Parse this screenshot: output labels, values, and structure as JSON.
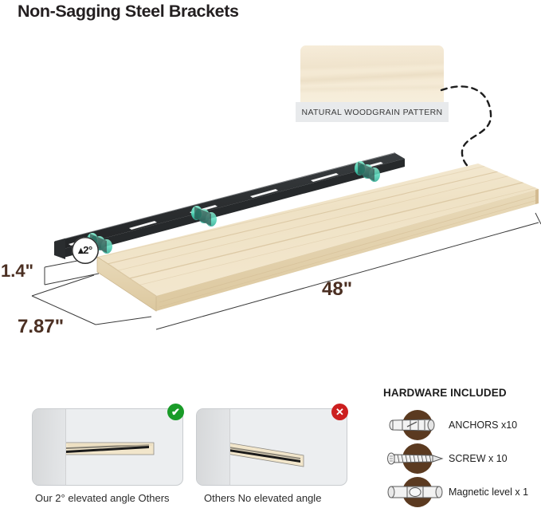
{
  "title": "Non-Sagging Steel Brackets",
  "woodgrain": {
    "caption": "NATURAL WOODGRAIN PATTERN"
  },
  "hero": {
    "angle_badge": "▴2°",
    "dimensions": {
      "thickness": "1.4\"",
      "depth": "7.87\"",
      "length": "48\""
    }
  },
  "comparison": {
    "left": {
      "caption": "Our 2° elevated angle Others",
      "badge": "✔",
      "badge_color": "#199b28",
      "badge_name": "check"
    },
    "right": {
      "caption": "Others No elevated angle",
      "badge": "✕",
      "badge_color": "#cc1f1f",
      "badge_name": "cross"
    }
  },
  "hardware": {
    "title": "HARDWARE INCLUDED",
    "items": [
      {
        "label": "ANCHORS x10",
        "icon": "wall-anchor-icon"
      },
      {
        "label": "SCREW x 10",
        "icon": "screw-icon"
      },
      {
        "label": "Magnetic level x 1",
        "icon": "magnetic-level-icon"
      }
    ]
  },
  "colors": {
    "wood": "#f0e3c8",
    "wood_dark": "#d9c39a",
    "steel": "#2e3133",
    "accent_teal": "#5fd9bd",
    "label_brown": "#4b2f22",
    "panel_bg": "#eceef0"
  }
}
